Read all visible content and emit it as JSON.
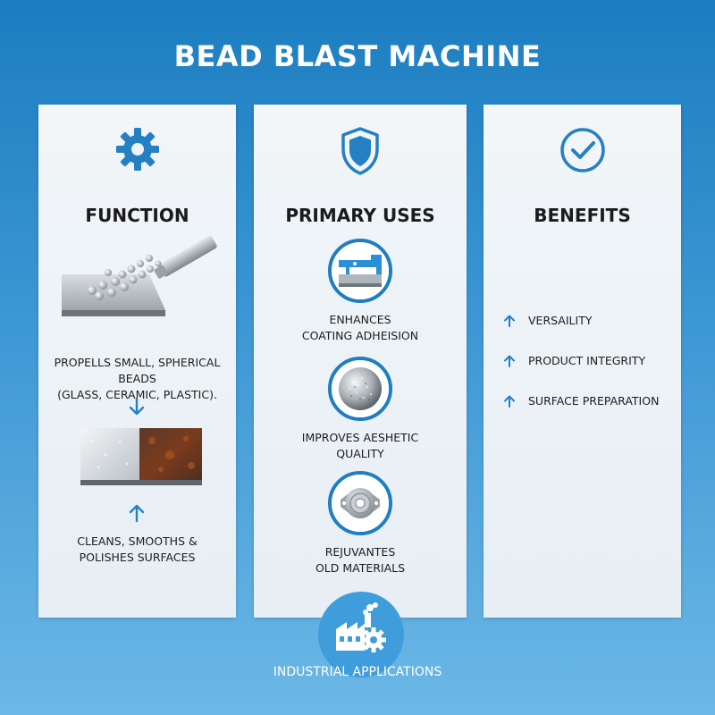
{
  "title": "BEAD BLAST MACHINE",
  "colors": {
    "accent": "#1f7ec2",
    "panel": "#eef3f7",
    "rust": "#7a3b1c"
  },
  "function": {
    "icon": "gear-icon",
    "heading": "FUNCTION",
    "step1": [
      "PROPELLS SMALL, SPHERICAL BEADS",
      "(GLASS, CERAMIC, PLASTIC)."
    ],
    "step2": [
      "CLEANS, SMOOTHS &",
      "POLISHES SURFACES"
    ]
  },
  "uses": {
    "icon": "shield-icon",
    "heading": "PRIMARY USES",
    "items": [
      {
        "icon": "coating-icon",
        "lines": [
          "ENHANCES",
          "COATING ADHEISION"
        ]
      },
      {
        "icon": "textured-sphere-icon",
        "lines": [
          "IMPROVES AESHETIC",
          "QUALITY"
        ]
      },
      {
        "icon": "bearing-icon",
        "lines": [
          "REJUVANTES",
          "OLD MATERIALS"
        ]
      }
    ]
  },
  "benefits": {
    "icon": "checkmark-icon",
    "heading": "BENEFITS",
    "items": [
      "VERSAILITY",
      "PRODUCT INTEGRITY",
      "SURFACE PREPARATION"
    ]
  },
  "footer": {
    "icon": "factory-icon",
    "label": "INDUSTRIAL APPLICATIONS"
  }
}
